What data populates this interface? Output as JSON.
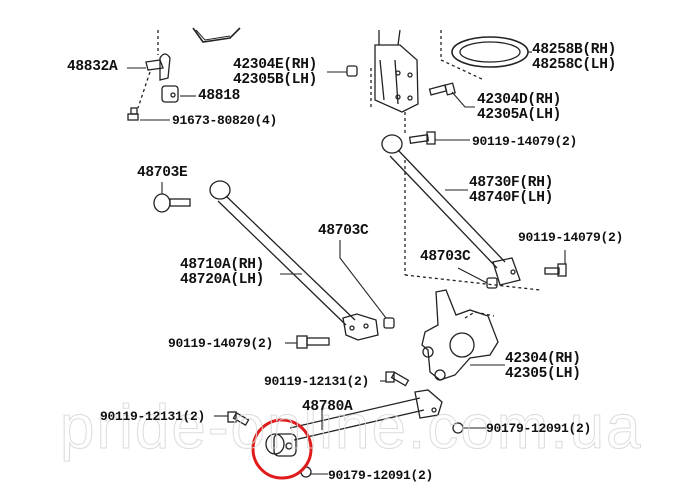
{
  "diagram": {
    "title": "Rear suspension arm parts diagram",
    "watermark": "pride-online.com.ua",
    "highlight_color": "#e01b1b",
    "highlight_target": "48780A bushing",
    "labels": [
      {
        "id": "p48832A",
        "lines": [
          "48832A"
        ]
      },
      {
        "id": "p48818",
        "lines": [
          "48818"
        ]
      },
      {
        "id": "p91673",
        "lines": [
          "91673-80820(4)"
        ]
      },
      {
        "id": "p42304E",
        "lines": [
          "42304E(RH)",
          "42305B(LH)"
        ]
      },
      {
        "id": "p48258",
        "lines": [
          "48258B(RH)",
          "48258C(LH)"
        ]
      },
      {
        "id": "p42304D",
        "lines": [
          "42304D(RH)",
          "42305A(LH)"
        ]
      },
      {
        "id": "p90119_14079_a",
        "lines": [
          "90119-14079(2)"
        ]
      },
      {
        "id": "p48703E",
        "lines": [
          "48703E"
        ]
      },
      {
        "id": "p48730F",
        "lines": [
          "48730F(RH)",
          "48740F(LH)"
        ]
      },
      {
        "id": "p48703C_a",
        "lines": [
          "48703C"
        ]
      },
      {
        "id": "p90119_14079_b",
        "lines": [
          "90119-14079(2)"
        ]
      },
      {
        "id": "p48710A",
        "lines": [
          "48710A(RH)",
          "48720A(LH)"
        ]
      },
      {
        "id": "p48703C_b",
        "lines": [
          "48703C"
        ]
      },
      {
        "id": "p90119_14079_c",
        "lines": [
          "90119-14079(2)"
        ]
      },
      {
        "id": "p42304",
        "lines": [
          "42304(RH)",
          "42305(LH)"
        ]
      },
      {
        "id": "p90119_12131_a",
        "lines": [
          "90119-12131(2)"
        ]
      },
      {
        "id": "p48780A",
        "lines": [
          "48780A"
        ]
      },
      {
        "id": "p90119_12131_b",
        "lines": [
          "90119-12131(2)"
        ]
      },
      {
        "id": "p90179_12091_a",
        "lines": [
          "90179-12091(2)"
        ]
      },
      {
        "id": "p90179_12091_b",
        "lines": [
          "90179-12091(2)"
        ]
      }
    ]
  }
}
